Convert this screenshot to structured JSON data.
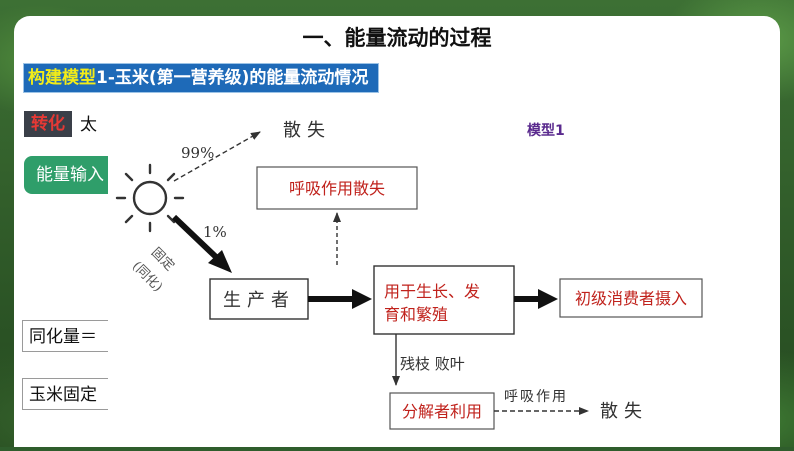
{
  "slide": {
    "heading": "一、能量流动的过程",
    "banner": {
      "highlight": "构建模型",
      "rest": "1-玉米(第一营养级)的能量流动情况"
    },
    "tag": "转化",
    "tag_text": "太",
    "energy_input": "能量输入",
    "assimilation": "同化量＝",
    "corn_fixed": "玉米固定",
    "model_label": "模型1"
  },
  "diagram": {
    "percent_99": "99%",
    "scatter_top": "散失",
    "percent_1": "1%",
    "fix_label_1": "固定",
    "fix_label_2": "(同化)",
    "respiration_loss": "呼吸作用散失",
    "producer": "生产者",
    "growth_1": "用于生长、发",
    "growth_2": "育和繁殖",
    "primary_consumer": "初级消费者摄入",
    "debris": "残枝  败叶",
    "decomposer": "分解者利用",
    "respiration": "呼吸作用",
    "scatter_bottom": "散失"
  }
}
